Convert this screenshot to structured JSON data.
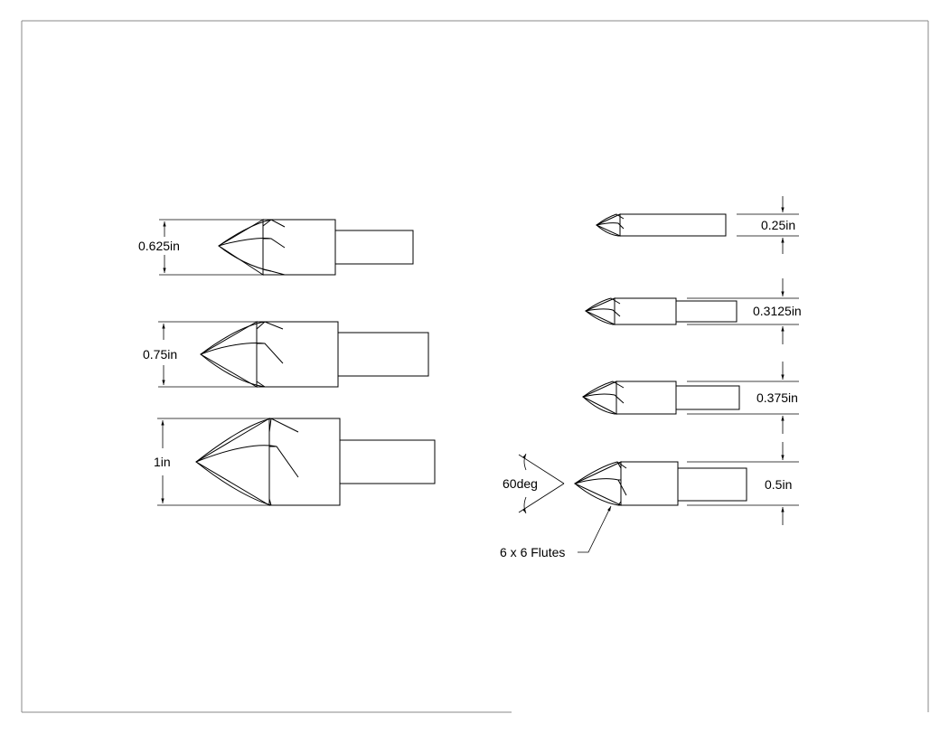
{
  "dimensions": {
    "d0625": "0.625in",
    "d075": "0.75in",
    "d1": "1in",
    "d025": "0.25in",
    "d03125": "0.3125in",
    "d0375": "0.375in",
    "d05": "0.5in"
  },
  "annotations": {
    "angle": "60deg",
    "flutes": "6 x 6 Flutes"
  }
}
